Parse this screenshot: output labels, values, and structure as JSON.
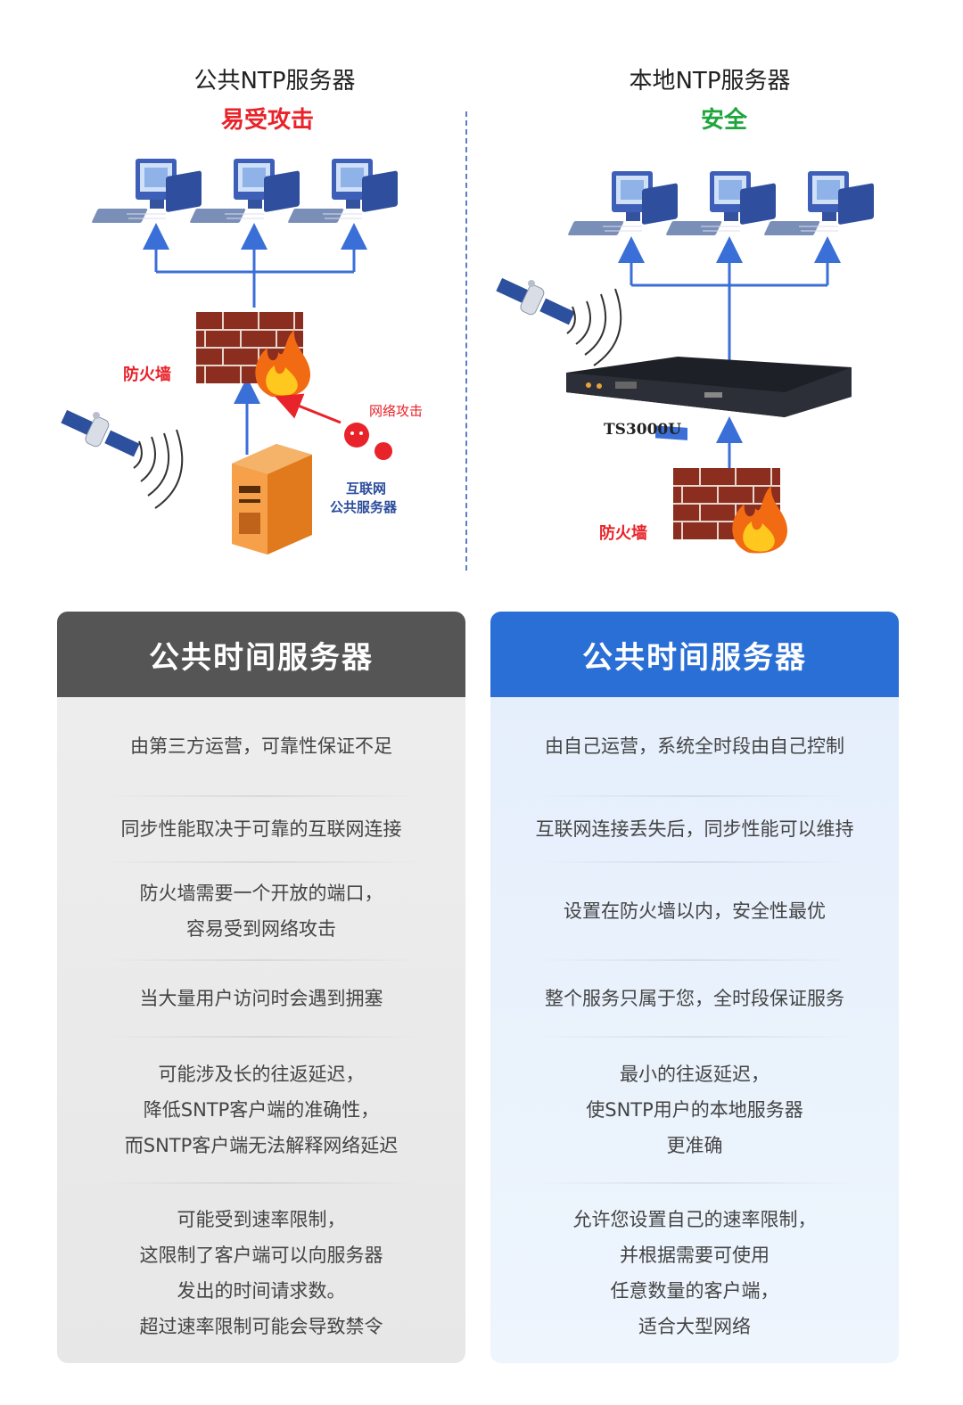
{
  "left_diagram": {
    "title": "公共NTP服务器",
    "status": "易受攻击",
    "firewall_label": "防火墙",
    "attack_label": "网络攻击",
    "server_label_line1": "互联网",
    "server_label_line2": "公共服务器"
  },
  "right_diagram": {
    "title": "本地NTP服务器",
    "status": "安全",
    "device_label": "TS3000U",
    "firewall_label": "防火墙"
  },
  "colors": {
    "danger": "#e8232a",
    "safe": "#1ea53b",
    "left_header": "#555555",
    "right_header": "#2a6fd6",
    "arrow": "#3b6fd8"
  },
  "left_panel": {
    "header": "公共时间服务器",
    "rows": [
      "由第三方运营，可靠性保证不足",
      "同步性能取决于可靠的互联网连接",
      "防火墙需要一个开放的端口，\n容易受到网络攻击",
      "当大量用户访问时会遇到拥塞",
      "可能涉及长的往返延迟，\n降低SNTP客户端的准确性，\n而SNTP客户端无法解释网络延迟",
      "可能受到速率限制，\n这限制了客户端可以向服务器\n发出的时间请求数。\n超过速率限制可能会导致禁令"
    ]
  },
  "right_panel": {
    "header": "公共时间服务器",
    "rows": [
      "由自己运营，系统全时段由自己控制",
      "互联网连接丢失后，同步性能可以维持",
      "设置在防火墙以内，安全性最优",
      "整个服务只属于您，全时段保证服务",
      "最小的往返延迟，\n使SNTP用户的本地服务器\n更准确",
      "允许您设置自己的速率限制，\n并根据需要可使用\n任意数量的客户端，\n适合大型网络"
    ]
  }
}
